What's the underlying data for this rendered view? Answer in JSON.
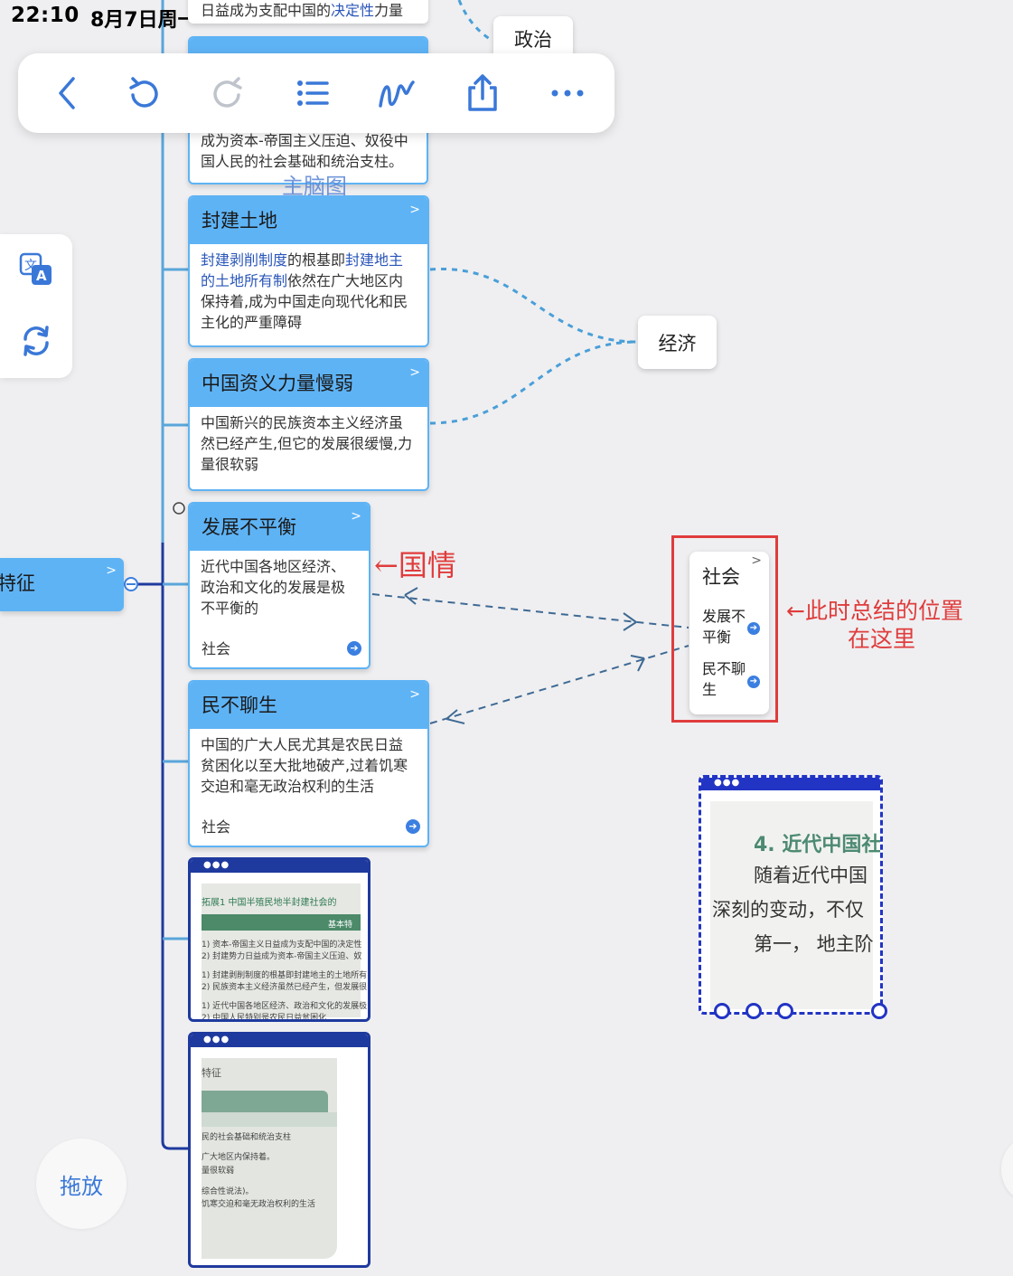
{
  "status_bar": {
    "time": "22:10",
    "date": "8月7日周一"
  },
  "toolbar": {
    "items": [
      "back-icon",
      "undo-icon",
      "redo-icon",
      "outline-list-icon",
      "pen-icon",
      "share-icon",
      "more-icon"
    ]
  },
  "side_panel": {
    "items": [
      "translate-icon",
      "sync-icon"
    ]
  },
  "top_partial": {
    "text": "日益成为支配中国的",
    "link": "决定性",
    "text_after": "力量",
    "card2_body": "成为资本-帝国主义压迫、奴役中国人民的社会基础和统治支柱。"
  },
  "overlay": {
    "main_map": "主脑图"
  },
  "topics": [
    {
      "title": "封建土地",
      "body_parts": [
        {
          "t": "封建剥削制度",
          "link": true
        },
        {
          "t": "的根基即",
          "link": false
        },
        {
          "t": "封建地主的土地所有制",
          "link": true
        },
        {
          "t": "依然在广大地区内保持着,成为中国走向现代化和民主化的严重障碍",
          "link": false
        }
      ]
    },
    {
      "title": "中国资义力量慢弱",
      "body": "中国新兴的民族资本主义经济虽然已经产生,但它的发展很缓慢,力量很软弱"
    },
    {
      "title": "发展不平衡",
      "body": "近代中国各地区经济、政治和文化的发展是极不平衡的",
      "tag": "社会"
    },
    {
      "title": "民不聊生",
      "body": "中国的广大人民尤其是农民日益贫困化以至大批地破产,过着饥寒交迫和毫无政治权利的生活",
      "tag": "社会"
    }
  ],
  "bubbles": {
    "politics": "政治",
    "economy": "经济"
  },
  "pinned_topic": "特征",
  "summary": {
    "title": "社会",
    "items": [
      "发展不平衡",
      "民不聊生"
    ]
  },
  "annotations": {
    "guoqing": "←国情",
    "summary_note_1": "←此时总结的位置",
    "summary_note_2": "在这里"
  },
  "scan1": {
    "lines": [
      "拓展1 中国半殖民地半封建社会的",
      "基本特",
      "1) 资本-帝国主义日益成为支配中国的决定性",
      "2) 封建势力日益成为资本-帝国主义压迫、奴",
      "1) 封建剥削制度的根基即封建地主的土地所有",
      "2) 民族资本主义经济虽然已经产生，但发展很",
      "1) 近代中国各地区经济、政治和文化的发展极",
      "2) 中国人民特别是农民日益贫困化"
    ]
  },
  "scan2": {
    "lines": [
      "特征",
      "民的社会基础和统治支柱",
      "广大地区内保持着。",
      "量很软弱",
      "综合性说法)。",
      "饥寒交迫和毫无政治权利的生活"
    ]
  },
  "float_scan": {
    "lines": [
      "4. 近代中国社",
      "随着近代中国",
      "深刻的变动，不仅",
      "第一，  地主阶"
    ]
  },
  "drag_button": "拖放",
  "colors": {
    "topic_blue": "#5eb3f5",
    "trunk": "#1f3a9e",
    "accent": "#3a78d8",
    "annotation_red": "#e03c3c"
  }
}
